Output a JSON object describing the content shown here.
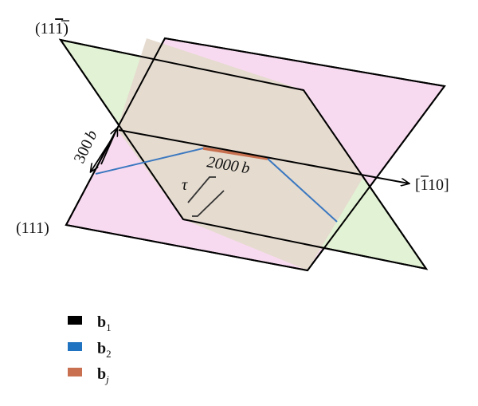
{
  "planes": {
    "upper": {
      "label": "(11",
      "bar_digit": "1",
      "close": ")",
      "color": "#e2f2d4"
    },
    "lower": {
      "label": "(111)",
      "color": "#f8daf0"
    },
    "overlap_color": "#e5dbcf"
  },
  "direction": {
    "open": "[",
    "bar_digit": "1",
    "rest": "10]"
  },
  "dimensions": {
    "height": {
      "number": "300",
      "unit": "b"
    },
    "length": {
      "number": "2000",
      "unit": "b"
    }
  },
  "stress": {
    "symbol": "τ"
  },
  "legend": [
    {
      "main": "b",
      "sub": "1",
      "color": "#000000",
      "sub_italic": false
    },
    {
      "main": "b",
      "sub": "2",
      "color": "#1f73c1",
      "sub_italic": false
    },
    {
      "main": "b",
      "sub": "j",
      "color": "#c8704f",
      "sub_italic": true
    }
  ],
  "line_colors": {
    "b1": "#000000",
    "b2": "#3b78c0",
    "bj": "#c8704f"
  }
}
